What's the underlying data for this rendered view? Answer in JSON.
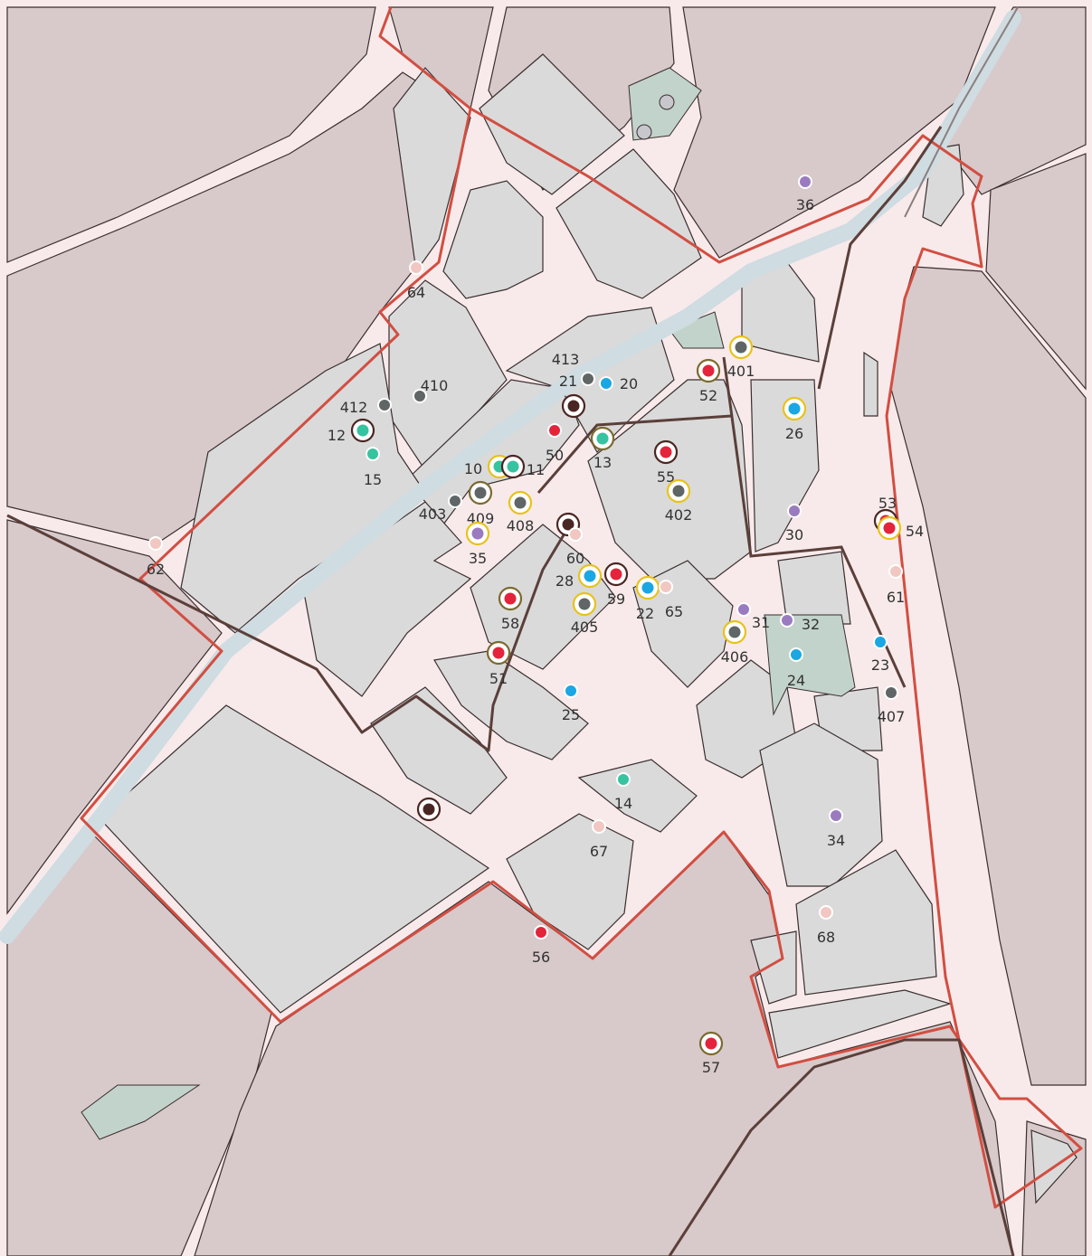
{
  "colors": {
    "street": "#f8eaea",
    "block_outside": "#d8c9ca",
    "block_inside": "#dadada",
    "block_edge": "#3a2e2e",
    "canal": "#cfdce1",
    "park": "#c2d3cc",
    "boundary": "#d24e42",
    "route": "#5b3f3a",
    "ring_yellow": "#e8c21b",
    "ring_olive": "#7b6a30",
    "ring_dark": "#4a2622"
  },
  "category_colors": {
    "red": "#e3243b",
    "blue": "#1aa7e3",
    "green": "#36c3a0",
    "purple": "#9a7bc0",
    "gray": "#5f6665",
    "pink": "#f2c7c1",
    "dark": "#4a2622"
  },
  "markers": [
    {
      "label": "36",
      "cat": "purple",
      "ring": ""
    },
    {
      "label": "64",
      "cat": "pink",
      "ring": ""
    },
    {
      "label": "413",
      "cat": "",
      "ring": ""
    },
    {
      "label": "21",
      "cat": "gray",
      "ring": ""
    },
    {
      "label": "20",
      "cat": "blue",
      "ring": ""
    },
    {
      "label": "401",
      "cat": "gray",
      "ring": "yellow"
    },
    {
      "label": "52",
      "cat": "red",
      "ring": "olive"
    },
    {
      "label": "410",
      "cat": "gray",
      "ring": ""
    },
    {
      "label": "412",
      "cat": "gray",
      "ring": ""
    },
    {
      "label": "12",
      "cat": "green",
      "ring": "dark"
    },
    {
      "label": "15",
      "cat": "green",
      "ring": ""
    },
    {
      "label": "",
      "cat": "dark",
      "ring": "dark"
    },
    {
      "label": "50",
      "cat": "red",
      "ring": ""
    },
    {
      "label": "13",
      "cat": "green",
      "ring": "olive"
    },
    {
      "label": "26",
      "cat": "blue",
      "ring": "yellow"
    },
    {
      "label": "10",
      "cat": "green",
      "ring": "yellow"
    },
    {
      "label": "11",
      "cat": "green",
      "ring": "dark"
    },
    {
      "label": "55",
      "cat": "red",
      "ring": "dark"
    },
    {
      "label": "403",
      "cat": "gray",
      "ring": ""
    },
    {
      "label": "409",
      "cat": "gray",
      "ring": "olive"
    },
    {
      "label": "408",
      "cat": "gray",
      "ring": "yellow"
    },
    {
      "label": "402",
      "cat": "gray",
      "ring": "yellow"
    },
    {
      "label": "35",
      "cat": "purple",
      "ring": "yellow"
    },
    {
      "label": "",
      "cat": "dark",
      "ring": "dark"
    },
    {
      "label": "60",
      "cat": "pink",
      "ring": ""
    },
    {
      "label": "30",
      "cat": "purple",
      "ring": ""
    },
    {
      "label": "53",
      "cat": "red",
      "ring": "dark"
    },
    {
      "label": "54",
      "cat": "red",
      "ring": "yellow"
    },
    {
      "label": "62",
      "cat": "pink",
      "ring": ""
    },
    {
      "label": "28",
      "cat": "blue",
      "ring": "yellow"
    },
    {
      "label": "59",
      "cat": "red",
      "ring": "dark"
    },
    {
      "label": "22",
      "cat": "blue",
      "ring": "yellow"
    },
    {
      "label": "65",
      "cat": "pink",
      "ring": ""
    },
    {
      "label": "61",
      "cat": "pink",
      "ring": ""
    },
    {
      "label": "58",
      "cat": "red",
      "ring": "olive"
    },
    {
      "label": "405",
      "cat": "gray",
      "ring": "yellow"
    },
    {
      "label": "31",
      "cat": "purple",
      "ring": ""
    },
    {
      "label": "32",
      "cat": "purple",
      "ring": ""
    },
    {
      "label": "406",
      "cat": "gray",
      "ring": "yellow"
    },
    {
      "label": "51",
      "cat": "red",
      "ring": "olive"
    },
    {
      "label": "24",
      "cat": "blue",
      "ring": ""
    },
    {
      "label": "23",
      "cat": "blue",
      "ring": ""
    },
    {
      "label": "25",
      "cat": "blue",
      "ring": ""
    },
    {
      "label": "407",
      "cat": "gray",
      "ring": ""
    },
    {
      "label": "14",
      "cat": "green",
      "ring": ""
    },
    {
      "label": "",
      "cat": "dark",
      "ring": "dark"
    },
    {
      "label": "67",
      "cat": "pink",
      "ring": ""
    },
    {
      "label": "34",
      "cat": "purple",
      "ring": ""
    },
    {
      "label": "68",
      "cat": "pink",
      "ring": ""
    },
    {
      "label": "56",
      "cat": "red",
      "ring": ""
    },
    {
      "label": "57",
      "cat": "red",
      "ring": "olive"
    }
  ]
}
